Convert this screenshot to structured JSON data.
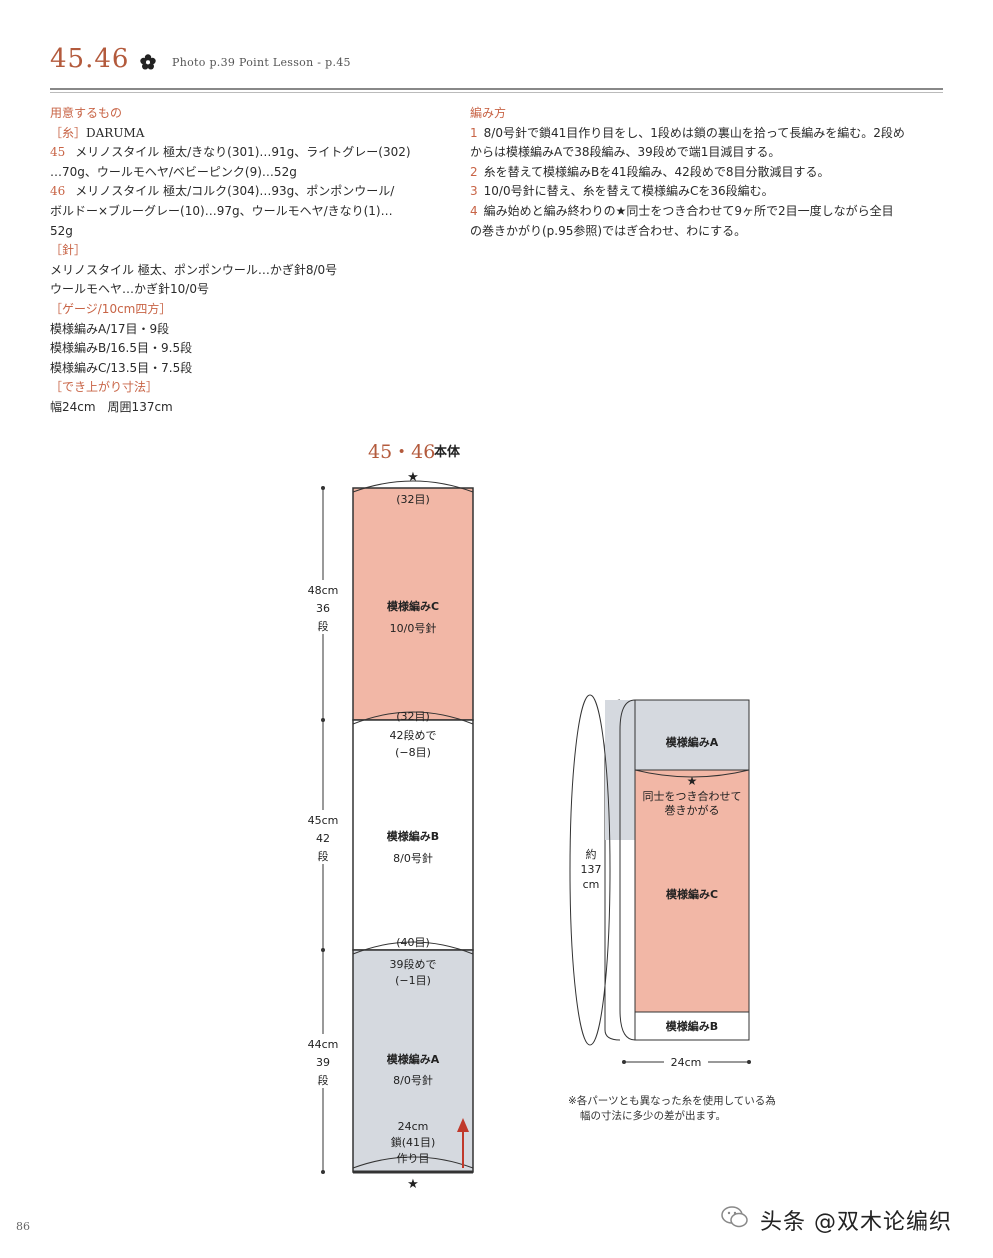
{
  "header": {
    "pattern_number": "45.46",
    "flower_icon": "flower-icon",
    "photo_ref": "Photo p.39   Point Lesson - p.45"
  },
  "materials": {
    "heading": "用意するもの",
    "yarn_label": "［糸］",
    "yarn_brand": "DARUMA",
    "yarn45_num": "45",
    "yarn45_line1": "メリノスタイル 極太/きなり(301)…91g、ライトグレー(302)",
    "yarn45_line2": "…70g、ウールモヘヤ/ベビーピンク(9)…52g",
    "yarn46_num": "46",
    "yarn46_line1": "メリノスタイル 極太/コルク(304)…93g、ポンポンウール/",
    "yarn46_line2": "ボルドー×ブルーグレー(10)…97g、ウールモヘヤ/きなり(1)…",
    "yarn46_line3": "52g",
    "needle_label": "［針］",
    "needle_line1": "メリノスタイル 極太、ポンポンウール…かぎ針8/0号",
    "needle_line2": "ウールモヘヤ…かぎ針10/0号",
    "gauge_label": "［ゲージ/10cm四方］",
    "gauge_line1": "模様編みA/17目・9段",
    "gauge_line2": "模様編みB/16.5目・9.5段",
    "gauge_line3": "模様編みC/13.5目・7.5段",
    "size_label": "［でき上がり寸法］",
    "size_line": "幅24cm　周囲137cm"
  },
  "method": {
    "heading": "編み方",
    "step1_num": "1",
    "step1_line1": "8/0号針で鎖41目作り目をし、1段めは鎖の裏山を拾って長編みを編む。2段め",
    "step1_line2": "からは模様編みAで38段編み、39段めで端1目減目する。",
    "step2_num": "2",
    "step2_line1": "糸を替えて模様編みBを41段編み、42段めで8目分散減目する。",
    "step3_num": "3",
    "step3_line1": "10/0号針に替え、糸を替えて模様編みCを36段編む。",
    "step4_num": "4",
    "step4_line1": "編み始めと編み終わりの★同士をつき合わせて9ヶ所で2目一度しながら全目",
    "step4_line2": "の巻きかがり(p.95参照)ではぎ合わせ、わにする。"
  },
  "diagram": {
    "title": "45・46",
    "title_sub": "本体",
    "star": "★",
    "sections": {
      "c": {
        "name": "模様編みC",
        "needle": "10/0号針",
        "color": "#f2b7a6"
      },
      "b": {
        "name": "模様編みB",
        "needle": "8/0号針",
        "color": "#ffffff"
      },
      "a": {
        "name": "模様編みA",
        "needle": "8/0号針",
        "color": "#d5d9df"
      }
    },
    "labels": {
      "top_stitches": "(32目)",
      "c_bottom_stitches": "(32目)",
      "b_dec_line1": "42段めで",
      "b_dec_line2": "(−8目)",
      "b_bottom_stitches": "(40目)",
      "a_dec_line1": "39段めで",
      "a_dec_line2": "(−1目)",
      "width": "24cm",
      "chain": "鎖(41目)",
      "cast_on": "作り目"
    },
    "dimensions": {
      "c_cm": "48cm",
      "c_rows": "36",
      "c_unit": "段",
      "b_cm": "45cm",
      "b_rows": "42",
      "b_unit": "段",
      "a_cm": "44cm",
      "a_rows": "39",
      "a_unit": "段"
    }
  },
  "ring": {
    "section_a": "模様編みA",
    "join_line1": "同士をつき合わせて",
    "join_line2": "巻きかがる",
    "section_c": "模様編みC",
    "section_b": "模様編みB",
    "circ_line1": "約",
    "circ_line2": "137",
    "circ_line3": "cm",
    "width": "24cm"
  },
  "note": {
    "line1": "※各パーツとも異なった糸を使用している為",
    "line2": "幅の寸法に多少の差が出ます。"
  },
  "page_number": "86",
  "watermark": "头条 @双木论编织"
}
